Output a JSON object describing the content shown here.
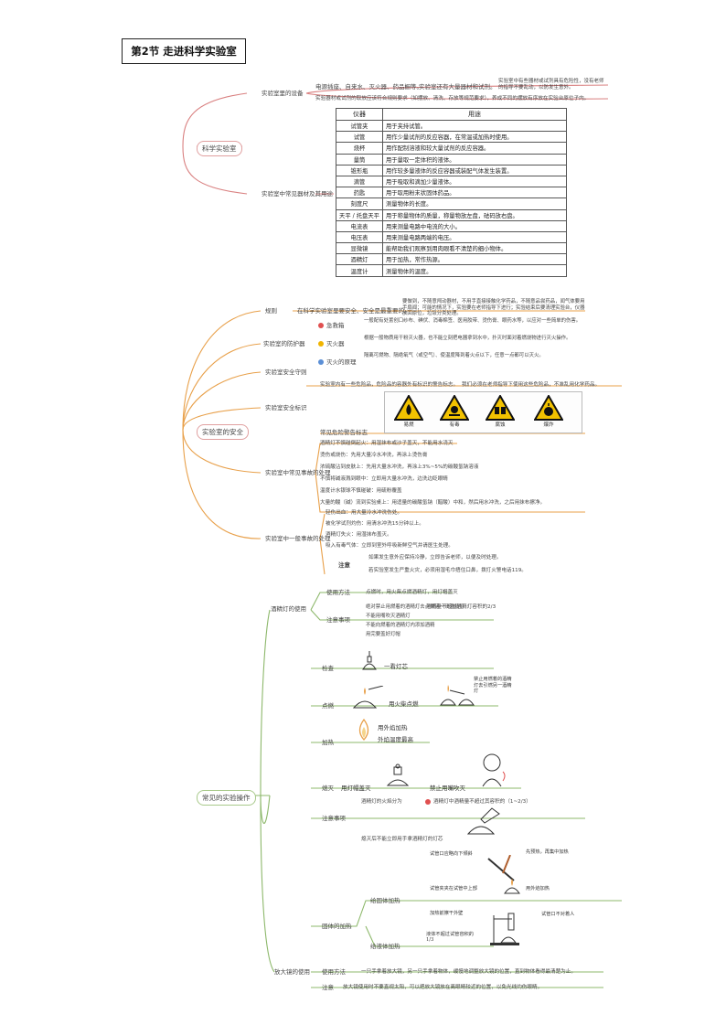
{
  "title": "第2节 走进科学实验室",
  "colors": {
    "red_branch": "#d98080",
    "green_branch": "#8db86b",
    "hazard_yellow": "#f2c200"
  },
  "main": {
    "lab": "科学实验室",
    "safety": "实验室的安全",
    "ops": "常见的实验操作"
  },
  "lab": {
    "equip": "实验室里的设备",
    "equip_a": "电源插座、自来水、灭火器、药品橱等。",
    "equip_b": "实验室还有大量器材和试剂。",
    "equip_c": "实验室中有些器材或试剂具有危险性，没有老师的指导不要乱动，以防发生意外。",
    "equip_d": "实验器材或试剂的取放应该符合规则要求（如摆放、清洗、存放等规范要求），养成不同的摆放有序放在实验台原位子内。",
    "common": "实验室中常见器材及其用途",
    "table_header": [
      "仪器",
      "用途"
    ],
    "table_rows": [
      [
        "试管夹",
        "用于夹持试管。"
      ],
      [
        "试管",
        "用作少量试剂的反应容器，在常温或加热时使用。"
      ],
      [
        "烧杯",
        "用作配制溶液和较大量试剂的反应容器。"
      ],
      [
        "量筒",
        "用于量取一定体积的液体。"
      ],
      [
        "锥形瓶",
        "用作较多量液体的反应容器或装配气体发生装置。"
      ],
      [
        "滴管",
        "用于吸取和滴加少量液体。"
      ],
      [
        "药匙",
        "用于取用粉末状固体药品。"
      ],
      [
        "刻度尺",
        "测量物体的长度。"
      ],
      [
        "天平 / 托盘天平",
        "用于称量物体的质量，称量物放左盘，砝码放右盘。"
      ],
      [
        "电流表",
        "用来测量电路中电流的大小。"
      ],
      [
        "电压表",
        "用来测量电路两端的电压。"
      ],
      [
        "显微镜",
        "能帮助我们观察到用肉眼看不清楚的细小物体。"
      ],
      [
        "酒精灯",
        "用于加热，常作热源。"
      ],
      [
        "温度计",
        "测量物体的温度。"
      ]
    ]
  },
  "safety": {
    "rules": "规则",
    "rules_text": "在科学实验室里要安全、安全是最重要的。",
    "rules_detail": "要做到，不随意闯动器材，不用手直接接触化学药品，不随意品尝药品，闻气体要用手扇闻；可能的情况下，实验要在老师指导下进行；实验结束后要清理实验台，仪器放回原位，垃圾分类处理。",
    "protect": "实验室的防护器",
    "eyewash": "急救箱",
    "eyewash_text": "一般配有处置创口纱布、碘伏、消毒棉签、医用胶带、烫伤膏、眼药水等，以应对一些简单的伤害。",
    "extinguisher": "灭火器",
    "extinguisher_text": "根据一般物质用干粉灭火器，也不能立刻把电器拿到水中，扑灭时面对着燃烧物进行灭火操作。",
    "shower": "灭火的原理",
    "shower_text": "隔离可燃物、隔绝氧气（或空气）、使温度降到着火点以下，任意一点都可以灭火。",
    "rules2": "实验室安全守则",
    "signs_title": "实验室安全标识",
    "signs_text": "实验室内有一些危险品，危险品的容器外有标识的警告标志。",
    "signs_text2": "我们必须在老师指导下使用这些危险品，不准乱用化学药品。",
    "signs_label": "常见危险警告标志",
    "signs": [
      "易燃",
      "有毒",
      "腐蚀",
      "爆炸"
    ],
    "accidents": "实验室中常见事故的处理",
    "acc": [
      "酒精灯不慎碰倒起火：用湿抹布或沙子盖灭，不能用水浇灭",
      "烫伤或烧伤：先用大量冷水冲洗，再涂上烫伤膏",
      "浓硫酸沾到皮肤上：先用大量水冲洗，再涂上3%~5%的碳酸氢钠溶液",
      "不慎将碱液溅到眼中：立即用大量水冲洗，边洗边眨眼睛",
      "温度计水银球不慎碰破：用硫粉覆盖",
      "大量的酸（碱）流到实验桌上：用适量的碳酸氢钠（醋酸）中和，然后用水冲洗，之后用抹布擦净。"
    ],
    "general": "实验室中一般事故的处理",
    "gen": [
      "轻伤出血：用大量冷水冲洗伤处。",
      "被化学试剂灼伤：用清水冲洗15分钟以上。",
      "酒精灯失火：用湿抹布盖灭。",
      "吸入有毒气体：立即到室外呼吸新鲜空气并请医生处理。"
    ],
    "note": "注意",
    "note_a": "如果发生意外应保持冷静，立即告诉老师，以便及时处理。",
    "note_b": "若实验室发生严重火灾，必须用湿毛巾捂住口鼻，拨打火警电话119。"
  },
  "ops": {
    "lamp": "酒精灯的使用",
    "lamp_use": "使用方法",
    "lamp_use_text": "点燃时，用火柴点燃酒精灯，用灯帽盖灭",
    "lamp_note": "注意事项",
    "lamp_notes": [
      "绝对禁止用燃着的酒精灯去点燃另一只酒精灯",
      "不能用嘴吹灭酒精灯",
      "不能向燃着的酒精灯内添加酒精",
      "用完要盖好灯帽"
    ],
    "lamp_notes2": [
      "酒精量不超过酒精灯容积的2/3"
    ],
    "check": "检查",
    "check_label": "一看灯芯",
    "light": "点燃",
    "light_label": "用火柴点燃",
    "light_label2": "禁止用燃着的酒精灯去引燃另一酒精灯",
    "heat": "加热",
    "heat_label": "用外焰加热",
    "heat_label2": "外焰温度最高",
    "off": "熄灭",
    "off_label": "用灯帽盖灭",
    "off_label2": "禁止用嘴吹灭",
    "cautions": "注意事项",
    "caution_a": "酒精灯的火焰分为",
    "caution_b": "酒精灯中酒精量不超过其容积的（1~2/3）",
    "caution_c": "熄灭后不能立即用手拿酒精灯的灯芯",
    "solid_heat": "固体的加热",
    "solid_test": "给固体加热",
    "solid_label1": "试管口应略向下倾斜",
    "solid_label2": "先预热，再集中加热",
    "solid_label3": "试管夹夹在试管中上部",
    "solid_label4": "用外焰加热",
    "solid_label5": "加热前擦干外壁",
    "liquid_heat": "给液体加热",
    "liquid_label1": "液体不超过试管容积的1/3",
    "liquid_label2": "试管口不对着人",
    "magnify": "放大镜的使用",
    "mag_use": "使用方法",
    "mag_use_text": "一只手拿着放大镜，另一只手拿着物体，缓慢地调整放大镜的位置，直到物体看得最清楚为止。",
    "mag_note": "注意",
    "mag_note_text": "放大镜使用时不要直视太阳，可以把放大镜放在离眼睛较近的位置，以免光线灼伤眼睛。"
  }
}
